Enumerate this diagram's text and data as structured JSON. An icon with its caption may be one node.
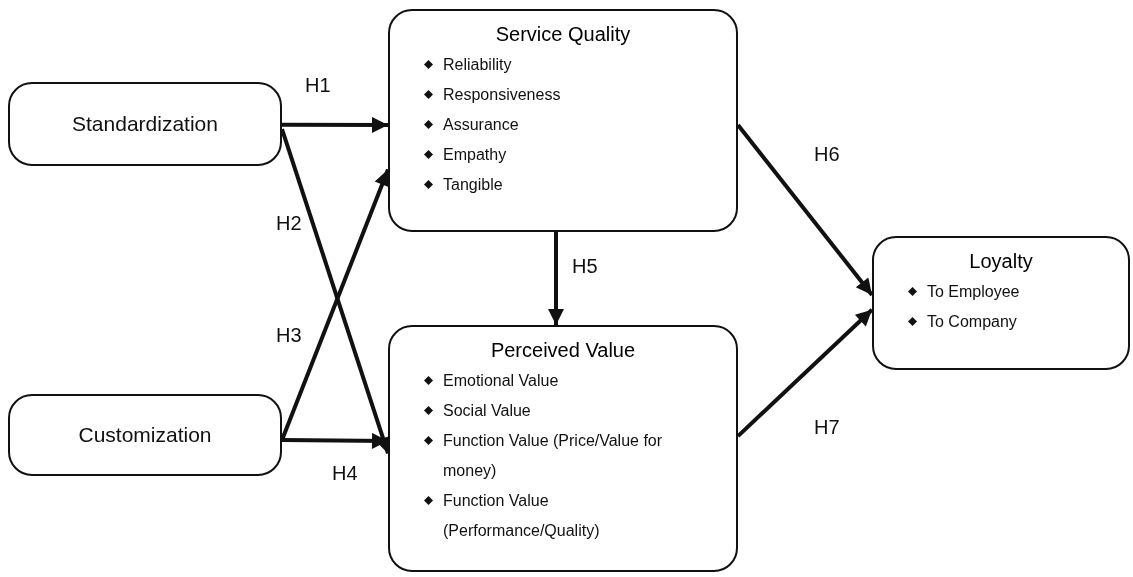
{
  "diagram": {
    "nodes": [
      {
        "text": [
          "Standardization"
        ]
      },
      {
        "text": [
          "Customization"
        ]
      },
      {
        "text": [
          "Service Quality",
          "Reliability",
          "Responsiveness",
          "Assurance",
          "Empathy",
          "Tangible"
        ]
      },
      {
        "text": [
          "Perceived Value",
          "Emotional Value",
          "Social Value",
          "Function Value (Price/Value for money)",
          "Function Value (Performance/Quality)"
        ]
      },
      {
        "text": [
          "Loyalty",
          "To Employee",
          "To Company"
        ]
      }
    ],
    "edges": [
      {
        "from": 0,
        "to": 2,
        "arrow": "to",
        "label": "H1"
      },
      {
        "from": 0,
        "to": 3,
        "arrow": "to",
        "label": "H2"
      },
      {
        "from": 1,
        "to": 2,
        "arrow": "to",
        "label": "H3"
      },
      {
        "from": 1,
        "to": 3,
        "arrow": "to",
        "label": "H4"
      },
      {
        "from": 2,
        "to": 3,
        "arrow": "to",
        "label": "H5"
      },
      {
        "from": 2,
        "to": 4,
        "arrow": "to",
        "label": "H6"
      },
      {
        "from": 3,
        "to": 4,
        "arrow": "to",
        "label": "H7"
      }
    ]
  }
}
